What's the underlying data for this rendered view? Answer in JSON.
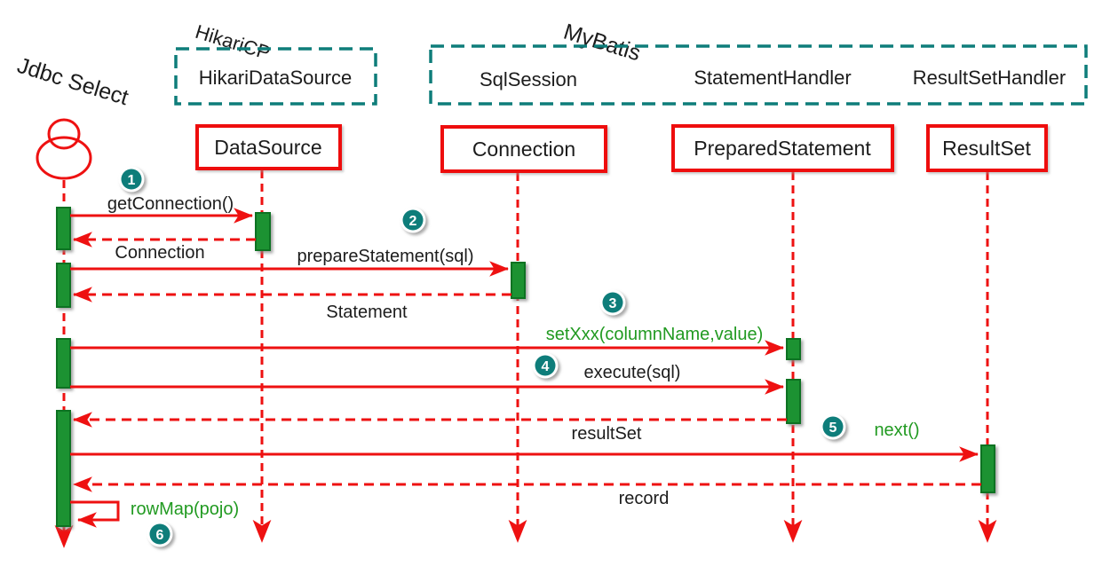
{
  "title": "Jdbc Select",
  "frames": {
    "hikaricp": {
      "label": "HikariCP",
      "member": "HikariDataSource"
    },
    "mybatis": {
      "label": "MyBatis",
      "members": [
        "SqlSession",
        "StatementHandler",
        "ResultSetHandler"
      ]
    }
  },
  "participants": [
    "DataSource",
    "Connection",
    "PreparedStatement",
    "ResultSet"
  ],
  "messages": {
    "m1": {
      "num": "1",
      "label": "getConnection()"
    },
    "r1": {
      "label": "Connection"
    },
    "m2": {
      "num": "2",
      "label": "prepareStatement(sql)"
    },
    "r2": {
      "label": "Statement"
    },
    "m3": {
      "num": "3",
      "label": "setXxx(columnName,value)"
    },
    "m4": {
      "num": "4",
      "label": "execute(sql)"
    },
    "r3": {
      "label": "resultSet"
    },
    "m5": {
      "num": "5",
      "label": "next()"
    },
    "r4": {
      "label": "record"
    },
    "m6": {
      "num": "6",
      "label": "rowMap(pojo)"
    }
  },
  "colors": {
    "arrow_red": "#ee1111",
    "frame_teal": "#0e7d7a",
    "activation_green": "#1b9232",
    "activation_border": "#0a7220",
    "method_text_green": "#219a21",
    "text_black": "#1c1c1c"
  }
}
